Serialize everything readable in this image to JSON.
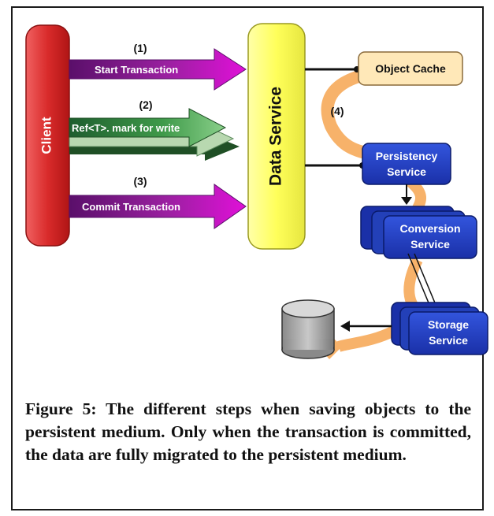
{
  "diagram": {
    "client_label": "Client",
    "data_service_label": "Data Service",
    "steps": [
      {
        "number": "(1)",
        "label": "Start Transaction"
      },
      {
        "number": "(2)",
        "label": "Ref<T>. mark for write"
      },
      {
        "number": "(3)",
        "label": "Commit Transaction"
      },
      {
        "number": "(4)"
      }
    ],
    "object_cache_label": "Object Cache",
    "persistency_service": {
      "line1": "Persistency",
      "line2": "Service"
    },
    "conversion_service": {
      "line1": "Conversion",
      "line2": "Service"
    },
    "storage_service": {
      "line1": "Storage",
      "line2": "Service"
    },
    "colors": {
      "client": "#e03a3a",
      "data_service": "#ffff66",
      "magenta_arrow": "#cc00cc",
      "purple_arrow": "#6a1a7a",
      "green_arrow": "#2e8b57",
      "orange_flow": "#f7b26a",
      "object_cache": "#ffe8b8",
      "service_blue": "#1f3fbf"
    }
  },
  "caption": "Figure 5: The different steps when saving objects to the persistent medium. Only when the transaction is committed, the data are fully migrated to the persistent medium."
}
